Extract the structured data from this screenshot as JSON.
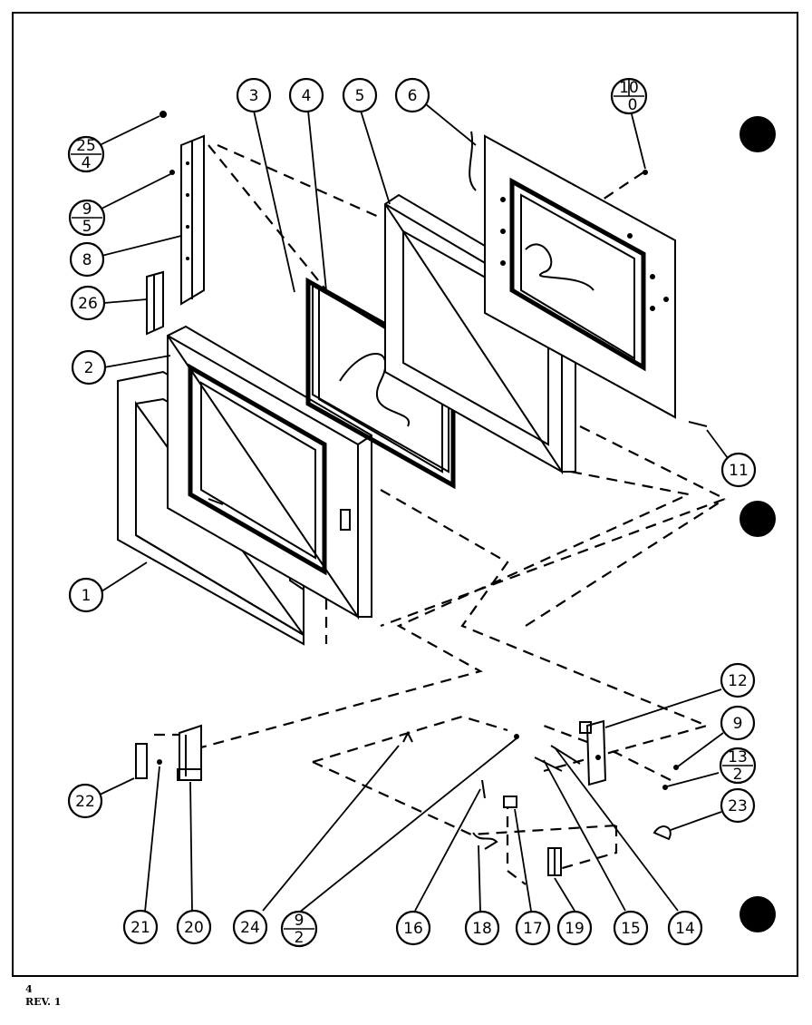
{
  "callouts": [
    {
      "id": "c1",
      "top": "1"
    },
    {
      "id": "c2",
      "top": "2"
    },
    {
      "id": "c3",
      "top": "3"
    },
    {
      "id": "c4",
      "top": "4"
    },
    {
      "id": "c5",
      "top": "5"
    },
    {
      "id": "c6",
      "top": "6"
    },
    {
      "id": "c8",
      "top": "8"
    },
    {
      "id": "c9a",
      "top": "9"
    },
    {
      "id": "c11",
      "top": "11"
    },
    {
      "id": "c12",
      "top": "12"
    },
    {
      "id": "c14",
      "top": "14"
    },
    {
      "id": "c15",
      "top": "15"
    },
    {
      "id": "c16",
      "top": "16"
    },
    {
      "id": "c17",
      "top": "17"
    },
    {
      "id": "c18",
      "top": "18"
    },
    {
      "id": "c19",
      "top": "19"
    },
    {
      "id": "c20",
      "top": "20"
    },
    {
      "id": "c21",
      "top": "21"
    },
    {
      "id": "c22",
      "top": "22"
    },
    {
      "id": "c23",
      "top": "23"
    },
    {
      "id": "c24",
      "top": "24"
    },
    {
      "id": "c26",
      "top": "26"
    },
    {
      "id": "f25",
      "top": "25",
      "bottom": "4"
    },
    {
      "id": "f95",
      "top": "9",
      "bottom": "5"
    },
    {
      "id": "f132",
      "top": "13",
      "bottom": "2"
    },
    {
      "id": "f92",
      "top": "9",
      "bottom": "2"
    },
    {
      "id": "f10",
      "top": "10",
      "bottom": "0"
    }
  ],
  "footer": {
    "page": "4",
    "revision": "REV. 1"
  }
}
